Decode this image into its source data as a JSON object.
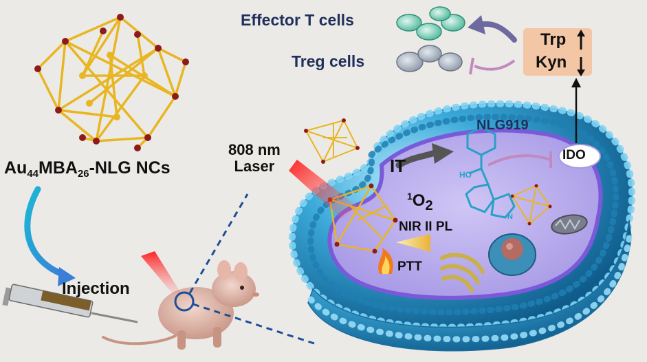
{
  "labels": {
    "nanocluster": {
      "a": "Au",
      "b": "44",
      "c": "MBA",
      "d": "26",
      "e": "-NLG NCs"
    },
    "injection": "Injection",
    "laser_line1": "808 nm",
    "laser_line2": "Laser",
    "effector_t_cells": "Effector T cells",
    "treg_cells": "Treg cells",
    "trp": "Trp",
    "kyn": "Kyn",
    "nlg919": "NLG919",
    "it": "IT",
    "singlet_oxygen": {
      "sup": "1",
      "base": "O",
      "sub": "2"
    },
    "nir_ii_pl": "NIR II PL",
    "ptt": "PTT",
    "ido": "IDO"
  },
  "colors": {
    "background": "#eceae6",
    "gold": "#e8b622",
    "sulfur": "#8e1a1a",
    "membrane": "#3aa8d8",
    "cytoplasm": "#b5a8e8",
    "label_navy": "#1f2f5c",
    "laser": "#e8262a",
    "arrow_gray": "#6e6aa0",
    "inhibit": "#c08ac0",
    "box_orange": "#f3c6a5",
    "molecule": "#2aa0c8"
  }
}
